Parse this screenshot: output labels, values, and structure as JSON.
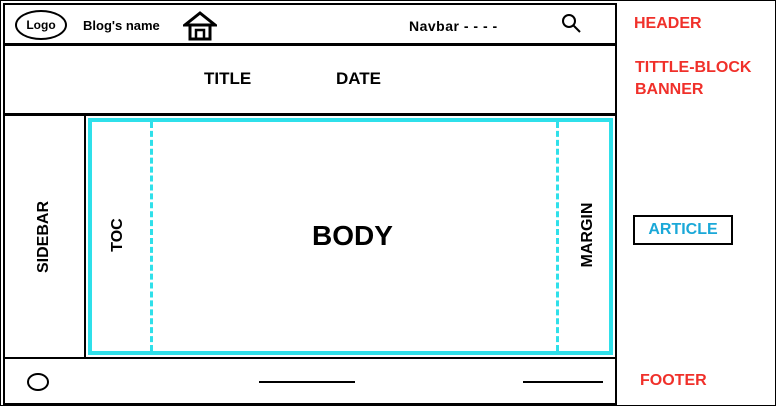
{
  "header": {
    "logo_label": "Logo",
    "blog_name": "Blog's name",
    "navbar_label": "Navbar - - - -",
    "icons": [
      "home-icon",
      "search-icon"
    ]
  },
  "banner": {
    "title": "TITLE",
    "date": "DATE"
  },
  "sidebar": {
    "label": "SIDEBAR"
  },
  "article": {
    "toc_label": "TOC",
    "body_label": "BODY",
    "margin_label": "MARGIN",
    "border_color": "#2fe0ea"
  },
  "footer": {
    "shapes": [
      "circle",
      "line",
      "line"
    ]
  },
  "annotations": {
    "header": "HEADER",
    "title_block_line1": "TITTLE-BLOCK",
    "title_block_line2": "BANNER",
    "article": "ARTICLE",
    "footer": "FOOTER",
    "red_color": "#f0302a",
    "blue_color": "#1aa8d8"
  }
}
